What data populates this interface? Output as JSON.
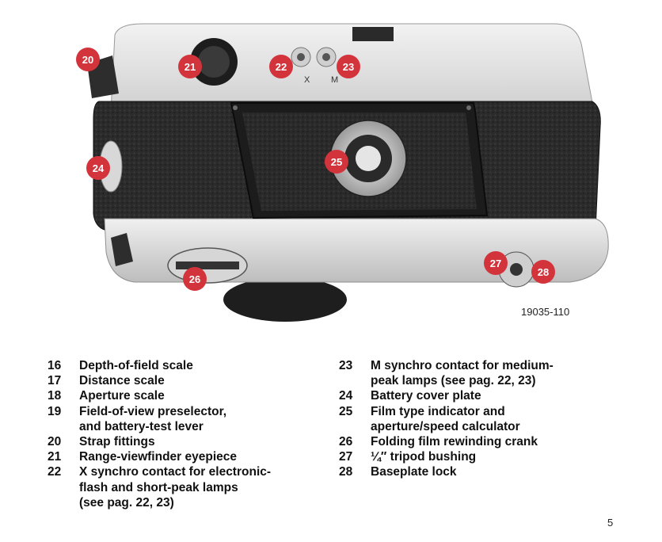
{
  "figure": {
    "code": "19035-110",
    "scale_marks": {
      "x": "X",
      "m": "M"
    },
    "callouts": [
      "20",
      "21",
      "22",
      "23",
      "24",
      "25",
      "26",
      "27",
      "28"
    ]
  },
  "legend_left": [
    {
      "num": "16",
      "lines": [
        "Depth-of-field scale"
      ]
    },
    {
      "num": "17",
      "lines": [
        "Distance scale"
      ]
    },
    {
      "num": "18",
      "lines": [
        "Aperture scale"
      ]
    },
    {
      "num": "19",
      "lines": [
        "Field-of-view preselector,",
        "and battery-test lever"
      ]
    },
    {
      "num": "20",
      "lines": [
        "Strap fittings"
      ]
    },
    {
      "num": "21",
      "lines": [
        "Range-viewfinder eyepiece"
      ]
    },
    {
      "num": "22",
      "lines": [
        "X synchro contact for electronic-",
        "flash and short-peak lamps",
        "(see pag. 22, 23)"
      ]
    }
  ],
  "legend_right": [
    {
      "num": "23",
      "lines": [
        "M synchro contact for medium-",
        "peak lamps (see pag. 22, 23)"
      ]
    },
    {
      "num": "24",
      "lines": [
        "Battery cover plate"
      ]
    },
    {
      "num": "25",
      "lines": [
        "Film type indicator and",
        "aperture/speed calculator"
      ]
    },
    {
      "num": "26",
      "lines": [
        "Folding film rewinding crank"
      ]
    },
    {
      "num": "27",
      "lines": [
        "¼″ tripod bushing"
      ]
    },
    {
      "num": "28",
      "lines": [
        "Baseplate lock"
      ]
    }
  ],
  "page_number": "5",
  "colors": {
    "callout": "#d3343b",
    "leather": "#2a2a2a",
    "chrome": "#e6e6e6"
  }
}
